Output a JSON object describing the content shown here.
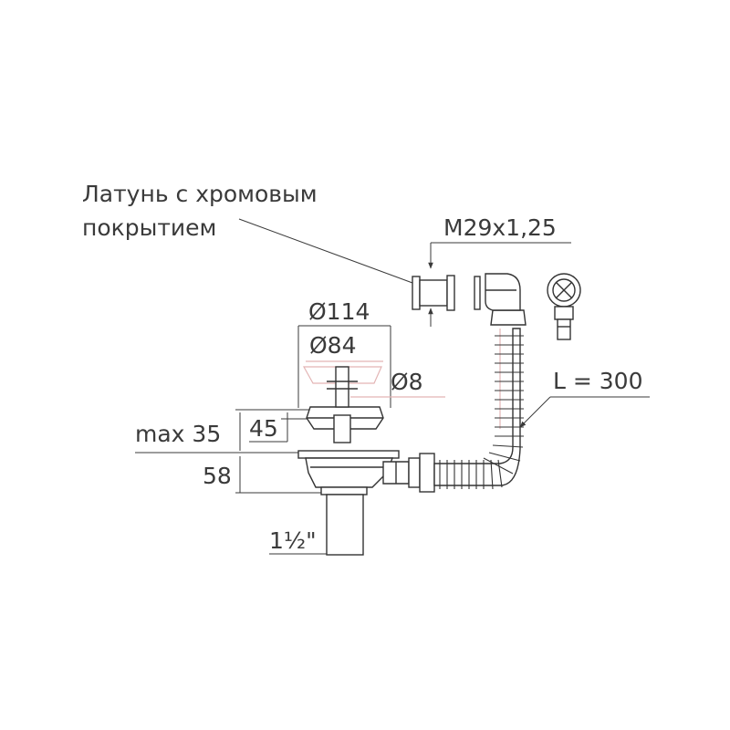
{
  "labels": {
    "material_line1": "Латунь с хромовым",
    "material_line2": "покрытием",
    "thread": "M29x1,25",
    "outer_diameter": "Ø114",
    "inner_diameter": "Ø84",
    "pin_diameter": "Ø8",
    "max_height": "max 35",
    "basket_depth": "45",
    "body_height": "58",
    "outlet_size": "1½\"",
    "hose_length": "L = 300"
  },
  "colors": {
    "line": "#333333",
    "text": "#3a3a3a",
    "accent_tint": "#e3b5b5"
  }
}
